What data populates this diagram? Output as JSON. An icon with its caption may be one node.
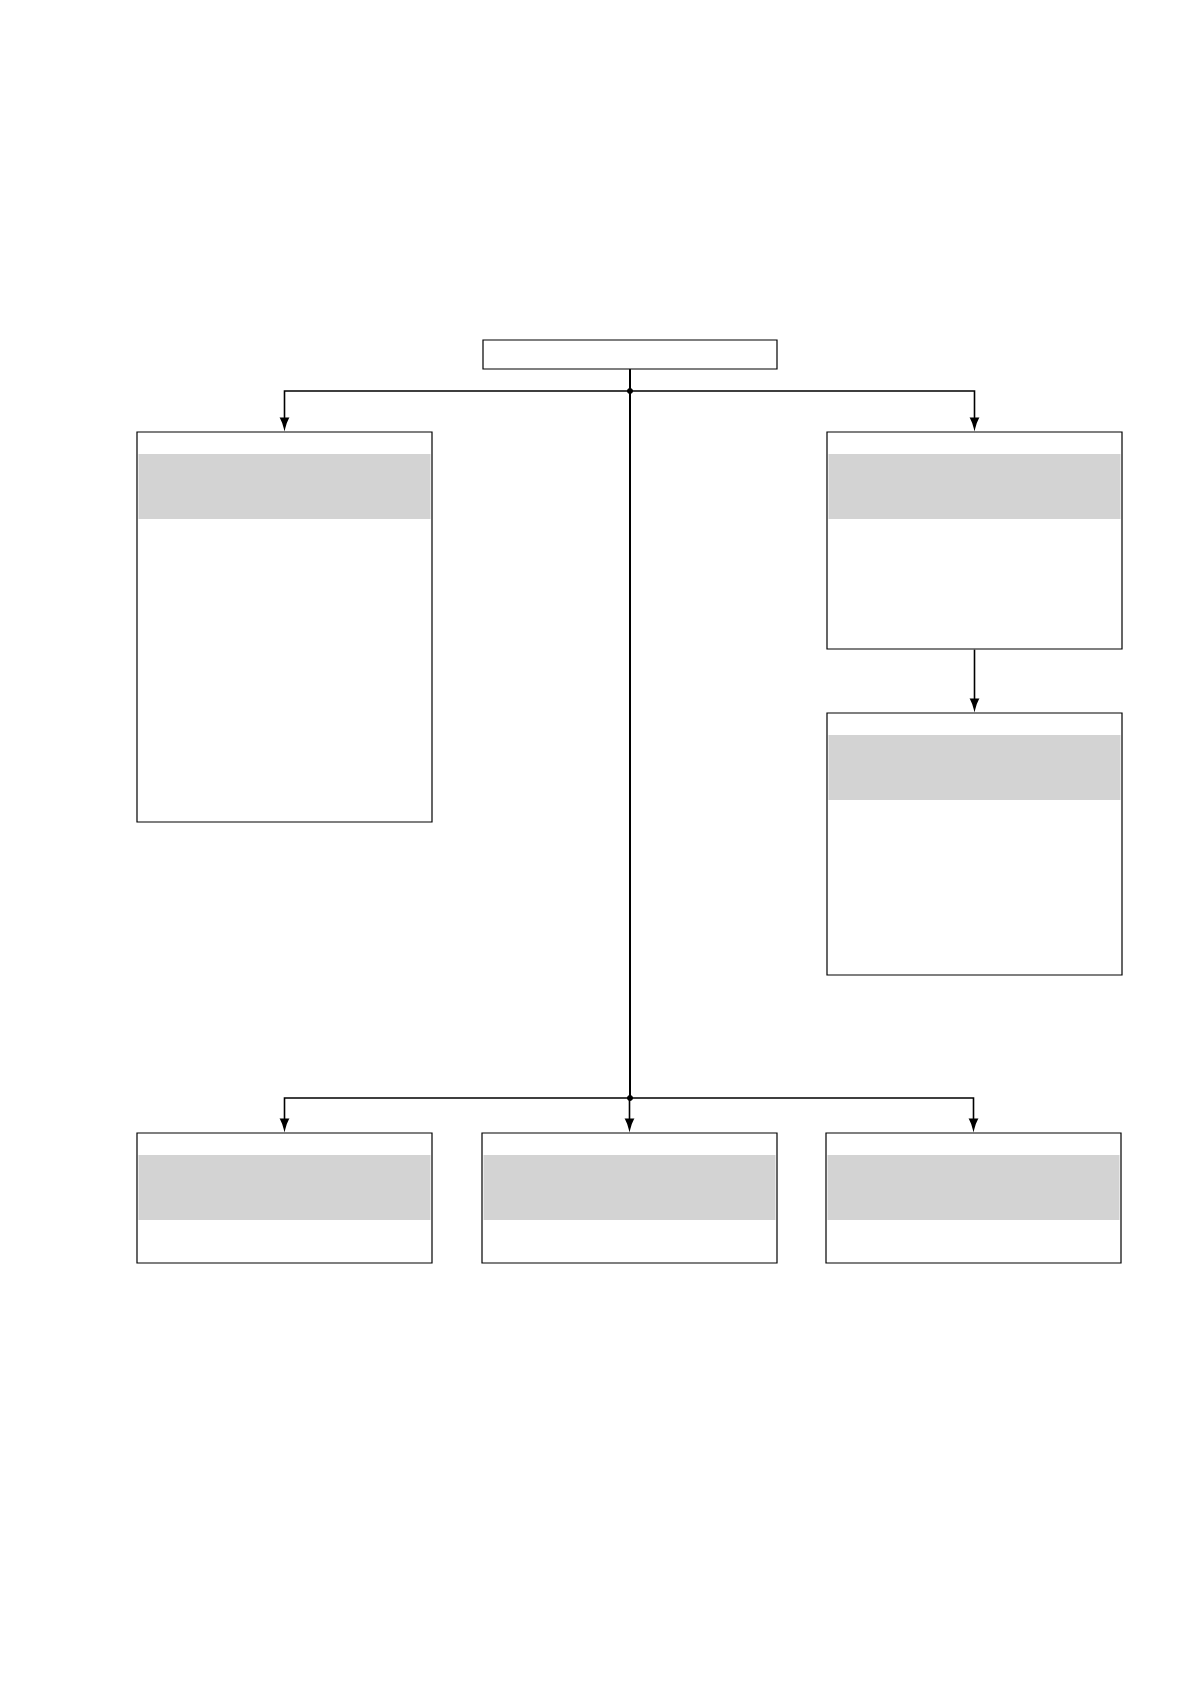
{
  "diagram": {
    "nodes": [
      {
        "text": [],
        "shape": "box"
      },
      {
        "text": [],
        "shape": "box"
      },
      {
        "text": [],
        "shape": "box"
      },
      {
        "text": [],
        "shape": "box"
      },
      {
        "text": [],
        "shape": "box"
      },
      {
        "text": [],
        "shape": "box"
      },
      {
        "text": [],
        "shape": "box"
      }
    ],
    "edges": [
      {
        "from": 0,
        "to": 1,
        "arrow": "to"
      },
      {
        "from": 0,
        "to": 2,
        "arrow": "to"
      },
      {
        "from": 2,
        "to": 3,
        "arrow": "to"
      },
      {
        "from": 0,
        "to": 4,
        "arrow": "to"
      },
      {
        "from": 0,
        "to": 5,
        "arrow": "to"
      },
      {
        "from": 0,
        "to": 6,
        "arrow": "to"
      }
    ]
  }
}
